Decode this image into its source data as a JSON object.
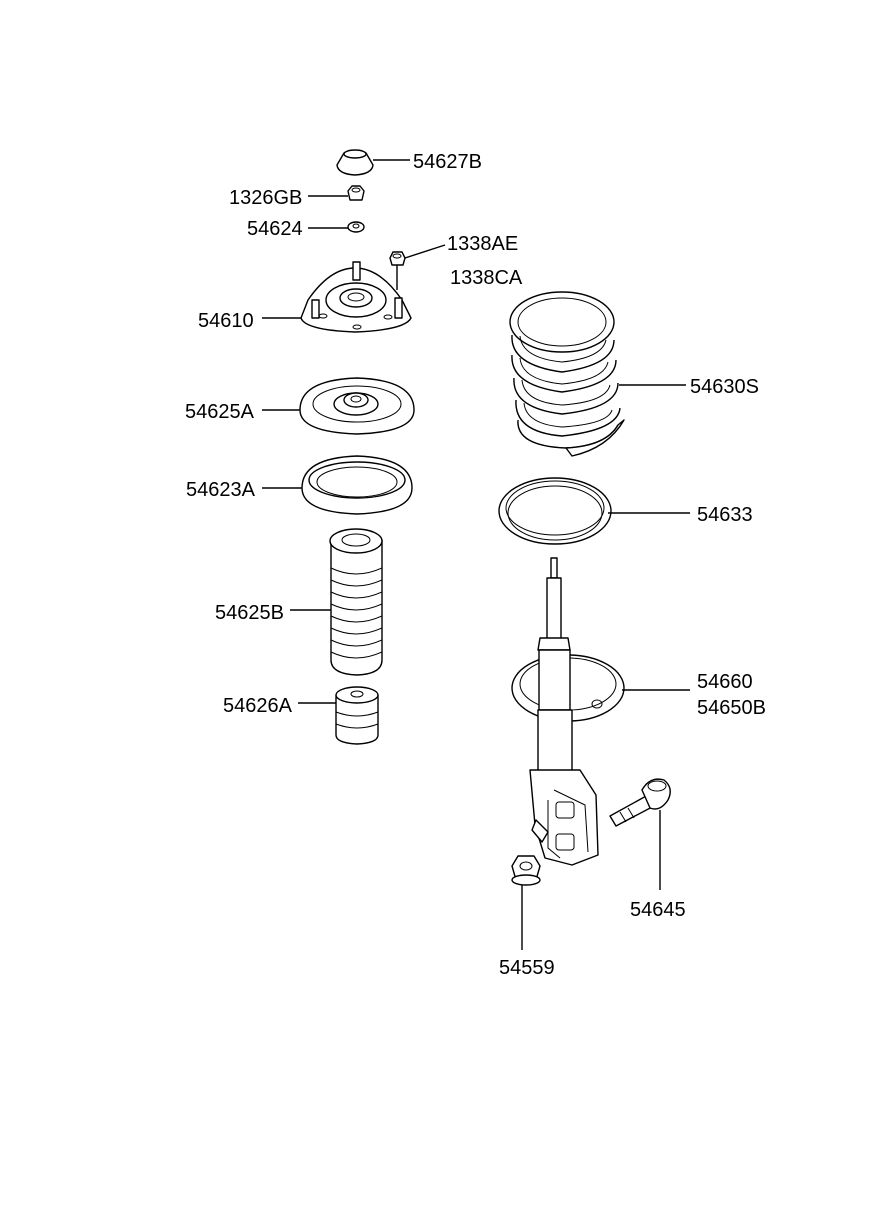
{
  "labels": {
    "p54627B": "54627B",
    "p1326GB": "1326GB",
    "p54624": "54624",
    "p1338AE": "1338AE",
    "p1338CA": "1338CA",
    "p54610": "54610",
    "p54630S": "54630S",
    "p54625A": "54625A",
    "p54623A": "54623A",
    "p54633": "54633",
    "p54625B": "54625B",
    "p54660": "54660",
    "p54650B": "54650B",
    "p54626A": "54626A",
    "p54645": "54645",
    "p54559": "54559"
  }
}
